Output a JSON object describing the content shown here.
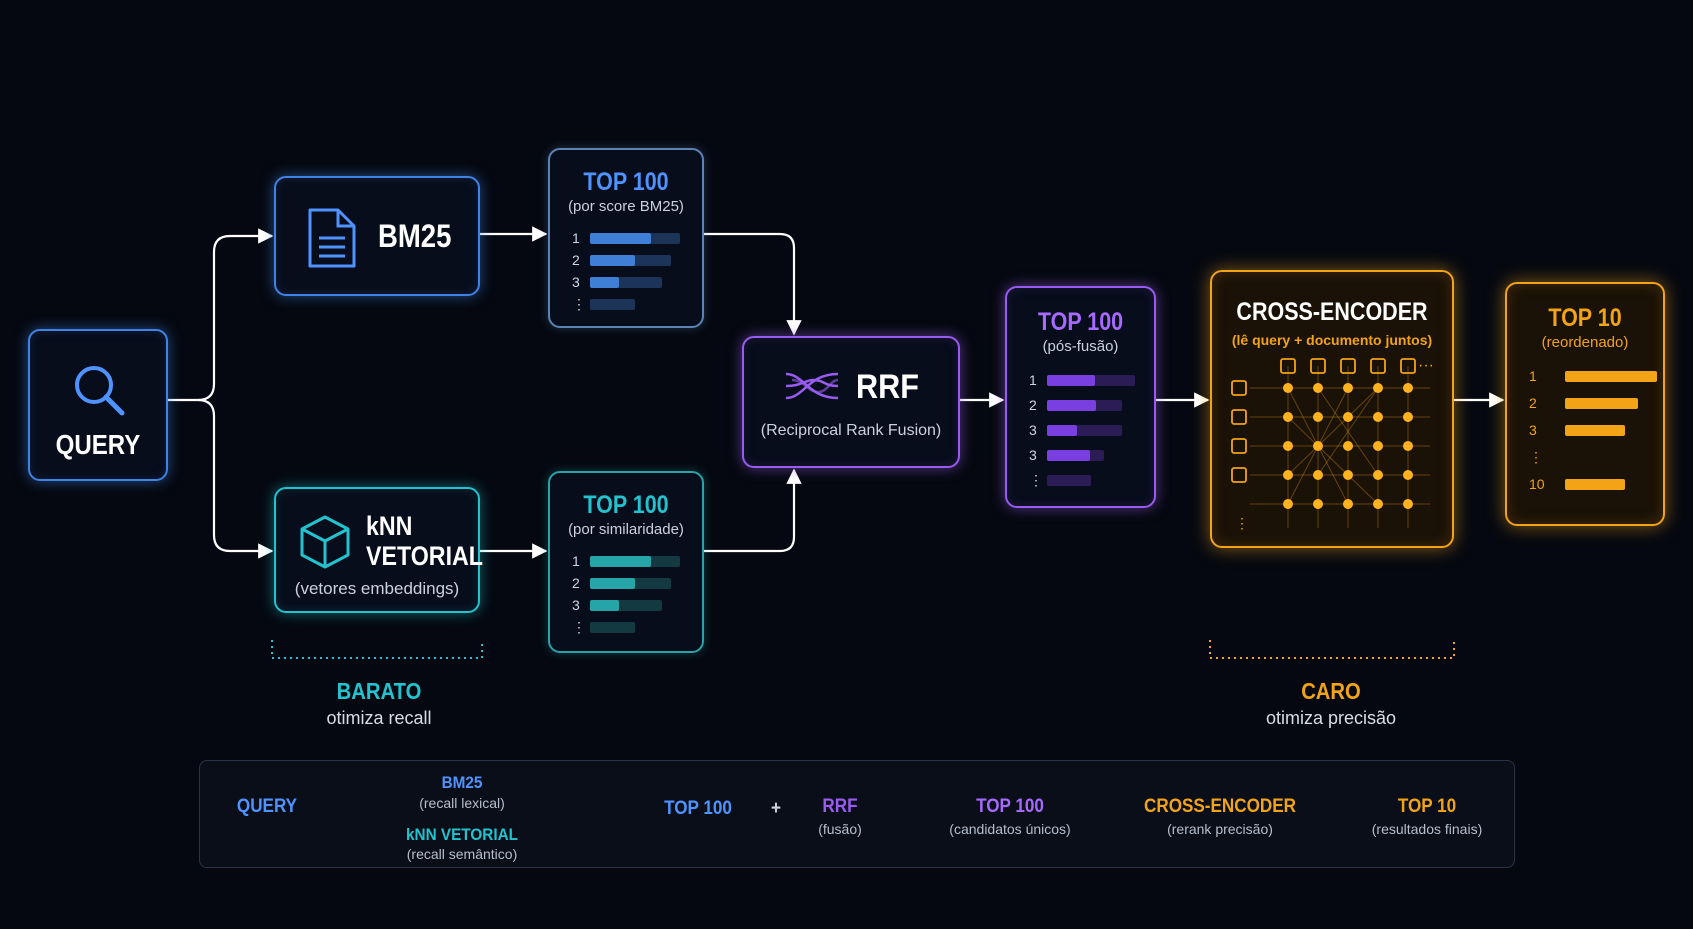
{
  "colors": {
    "blue": "#3f83e6",
    "teal": "#22c3cf",
    "purple": "#9a5cf0",
    "orange": "#f3a316",
    "background": "#050810"
  },
  "query": {
    "label": "QUERY",
    "icon": "search-icon"
  },
  "bm25": {
    "label": "BM25",
    "icon": "document-icon"
  },
  "knn": {
    "label_line1": "kNN",
    "label_line2": "VETORIAL",
    "subtitle": "(vetores embeddings)",
    "icon": "cube-icon"
  },
  "top100_bm25": {
    "title": "TOP 100",
    "subtitle": "(por score BM25)",
    "rows": [
      {
        "rank": "1",
        "fill": 0.68
      },
      {
        "rank": "2",
        "fill": 0.55
      },
      {
        "rank": "3",
        "fill": 0.4
      },
      {
        "rank": "⋮",
        "fill": 0
      }
    ]
  },
  "top100_knn": {
    "title": "TOP 100",
    "subtitle": "(por similaridade)",
    "rows": [
      {
        "rank": "1",
        "fill": 0.68
      },
      {
        "rank": "2",
        "fill": 0.55
      },
      {
        "rank": "3",
        "fill": 0.4
      },
      {
        "rank": "⋮",
        "fill": 0
      }
    ]
  },
  "rrf": {
    "label": "RRF",
    "subtitle": "(Reciprocal Rank Fusion)",
    "icon": "fusion-icon"
  },
  "top100_fusion": {
    "title": "TOP 100",
    "subtitle": "(pós-fusão)",
    "rows": [
      {
        "rank": "1",
        "fill": 0.55
      },
      {
        "rank": "2",
        "fill": 0.65
      },
      {
        "rank": "3",
        "fill": 0.4
      },
      {
        "rank": "3",
        "fill": 0.75
      },
      {
        "rank": "⋮",
        "fill": 0
      }
    ]
  },
  "cross_encoder": {
    "title": "CROSS-ENCODER",
    "subtitle": "(lê query + documento juntos)",
    "icon": "neural-network-icon"
  },
  "top10": {
    "title": "TOP 10",
    "subtitle": "(reordenado)",
    "rows": [
      {
        "rank": "1",
        "fill": 1.0
      },
      {
        "rank": "2",
        "fill": 0.88
      },
      {
        "rank": "3",
        "fill": 0.72
      },
      {
        "rank": "⋮",
        "fill": 0
      },
      {
        "rank": "10",
        "fill": 0.8
      }
    ]
  },
  "cheap": {
    "title": "BARATO",
    "subtitle": "otimiza recall"
  },
  "expensive": {
    "title": "CARO",
    "subtitle": "otimiza precisão"
  },
  "legend": {
    "query": "QUERY",
    "bm25": "BM25",
    "bm25_sub": "(recall lexical)",
    "knn": "kNN VETORIAL",
    "knn_sub": "(recall semântico)",
    "top100": "TOP 100",
    "plus": "+",
    "rrf": "RRF",
    "rrf_sub": "(fusão)",
    "top100b": "TOP 100",
    "top100b_sub": "(candidatos únicos)",
    "cross": "CROSS-ENCODER",
    "cross_sub": "(rerank precisão)",
    "top10": "TOP 10",
    "top10_sub": "(resultados finais)"
  }
}
